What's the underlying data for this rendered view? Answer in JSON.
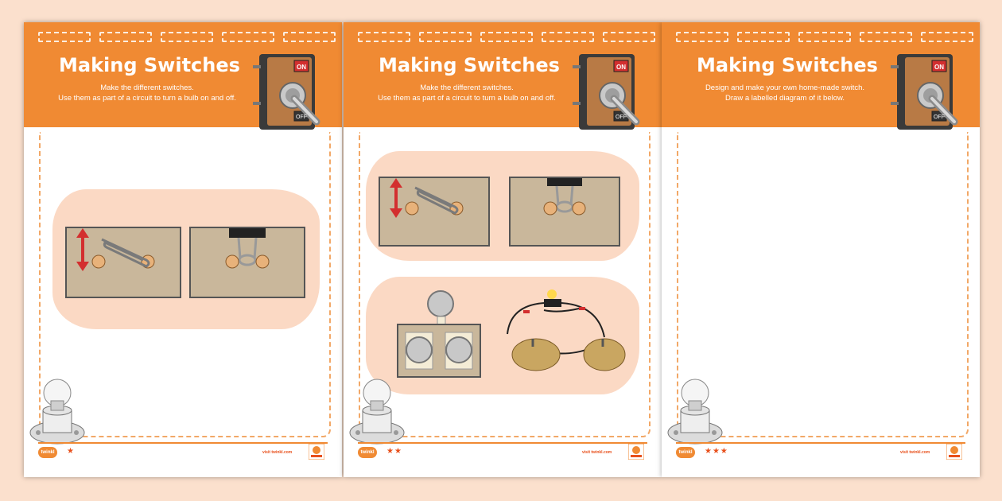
{
  "sheets": [
    {
      "title": "Making Switches",
      "instruction_1": "Make the different switches.",
      "instruction_2": "Use them as part of a circuit to turn a bulb on and off.",
      "stars": "★",
      "brand": "twinkl",
      "url": "visit twinkl.com"
    },
    {
      "title": "Making Switches",
      "instruction_1": "Make the different switches.",
      "instruction_2": "Use them as part of a circuit to turn a bulb on and off.",
      "stars": "★★",
      "brand": "twinkl",
      "url": "visit twinkl.com"
    },
    {
      "title": "Making Switches",
      "instruction_1": "Design and make your own home-made switch.",
      "instruction_2": "Draw a labelled diagram of it below.",
      "stars": "★★★",
      "brand": "twinkl",
      "url": "visit twinkl.com"
    }
  ],
  "toggle_switch": {
    "on_label": "ON",
    "off_label": "OFF"
  },
  "colors": {
    "header": "#f08a33",
    "background": "#fbe0cd",
    "blob": "#fbd9c4",
    "accent": "#e8501c"
  }
}
